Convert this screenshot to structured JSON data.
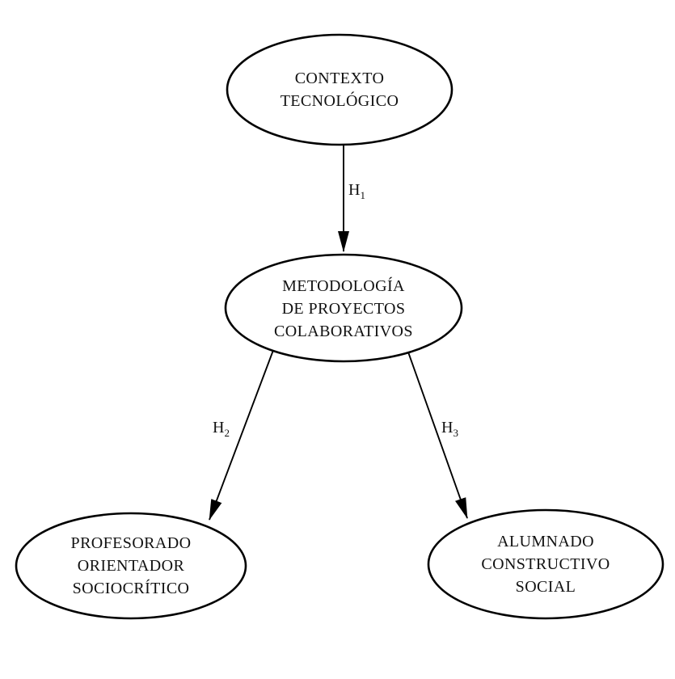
{
  "diagram": {
    "background_color": "#ffffff",
    "stroke_color": "#000000",
    "text_color": "#111111",
    "nodes": [
      {
        "id": "contexto",
        "label": "CONTEXTO\nTECNOLÓGICO"
      },
      {
        "id": "metodologia",
        "label": "METODOLOGÍA\nDE PROYECTOS\nCOLABORATIVOS"
      },
      {
        "id": "profesorado",
        "label": "PROFESORADO\nORIENTADOR\nSOCIOCRÍTICO"
      },
      {
        "id": "alumnado",
        "label": "ALUMNADO\nCONSTRUCTIVO\nSOCIAL"
      }
    ],
    "arrows": [
      {
        "from": "contexto",
        "to": "metodologia",
        "base": "H",
        "sub": "1"
      },
      {
        "from": "metodologia",
        "to": "profesorado",
        "base": "H",
        "sub": "2"
      },
      {
        "from": "metodologia",
        "to": "alumnado",
        "base": "H",
        "sub": "3"
      }
    ]
  }
}
